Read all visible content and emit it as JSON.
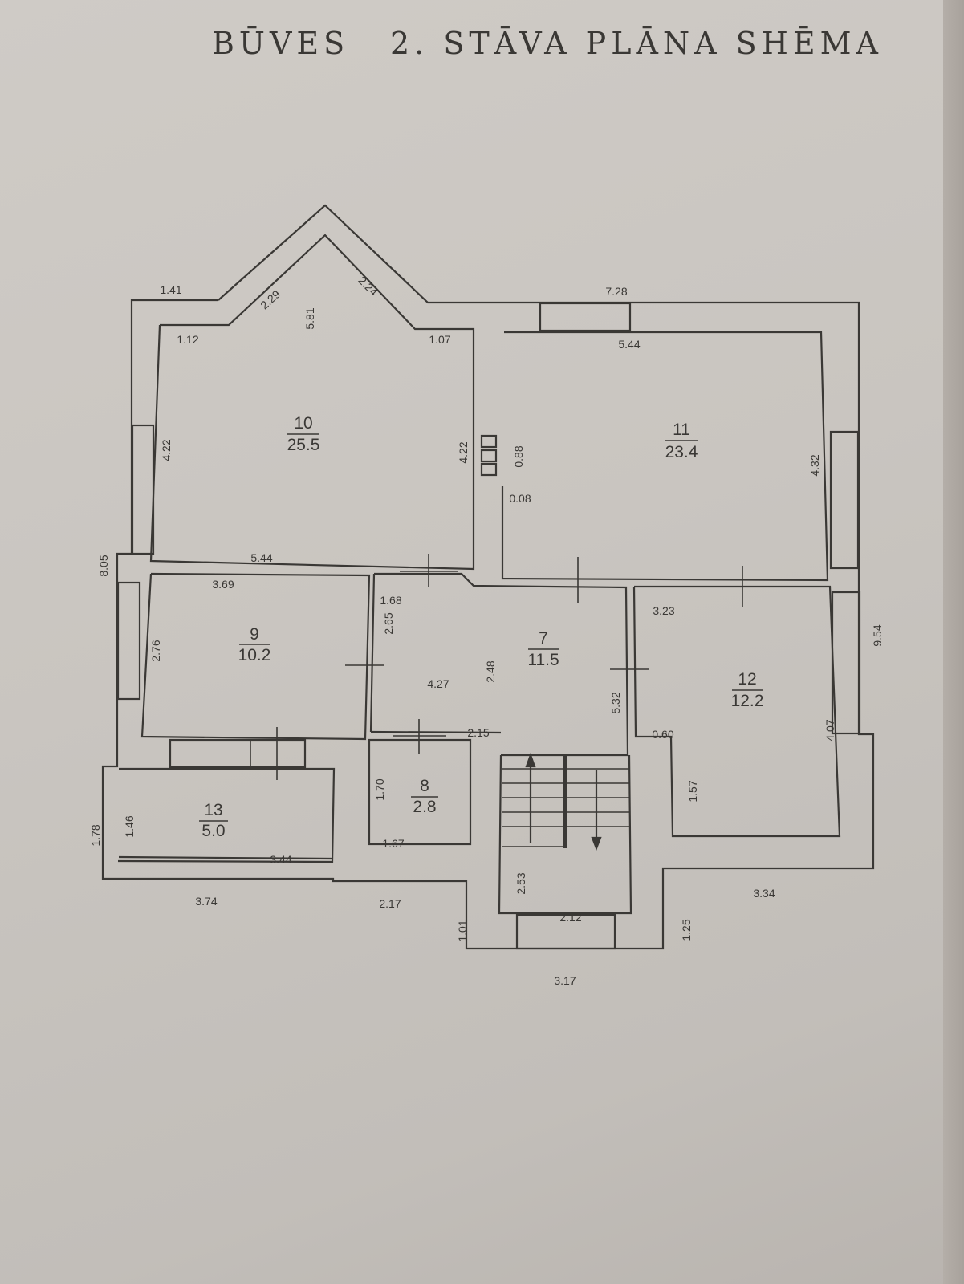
{
  "title": {
    "word1": "BŪVES",
    "word2": "2. STĀVA  PLĀNA  SHĒMA"
  },
  "colors": {
    "ink": "#3a3835",
    "paper": "#cfcbc6"
  },
  "rooms": [
    {
      "id": "10",
      "area": "25.5"
    },
    {
      "id": "11",
      "area": "23.4"
    },
    {
      "id": "9",
      "area": "10.2"
    },
    {
      "id": "7",
      "area": "11.5"
    },
    {
      "id": "12",
      "area": "12.2"
    },
    {
      "id": "13",
      "area": "5.0"
    },
    {
      "id": "8",
      "area": "2.8"
    }
  ],
  "dimensions": [
    {
      "value": "1.41"
    },
    {
      "value": "2.29"
    },
    {
      "value": "5.81"
    },
    {
      "value": "2.24"
    },
    {
      "value": "1.12"
    },
    {
      "value": "1.07"
    },
    {
      "value": "7.28"
    },
    {
      "value": "5.44"
    },
    {
      "value": "4.22"
    },
    {
      "value": "4.22"
    },
    {
      "value": "0.88"
    },
    {
      "value": "0.08"
    },
    {
      "value": "4.32"
    },
    {
      "value": "5.44"
    },
    {
      "value": "8.05"
    },
    {
      "value": "3.69"
    },
    {
      "value": "1.68"
    },
    {
      "value": "2.65"
    },
    {
      "value": "3.23"
    },
    {
      "value": "2.76"
    },
    {
      "value": "4.27"
    },
    {
      "value": "2.48"
    },
    {
      "value": "9.54"
    },
    {
      "value": "5.32"
    },
    {
      "value": "2.15"
    },
    {
      "value": "0.60"
    },
    {
      "value": "4.07"
    },
    {
      "value": "1.70"
    },
    {
      "value": "1.57"
    },
    {
      "value": "1.78"
    },
    {
      "value": "1.46"
    },
    {
      "value": "1.67"
    },
    {
      "value": "3.44"
    },
    {
      "value": "2.53"
    },
    {
      "value": "3.34"
    },
    {
      "value": "3.74"
    },
    {
      "value": "2.17"
    },
    {
      "value": "1.01"
    },
    {
      "value": "2.12"
    },
    {
      "value": "1.25"
    },
    {
      "value": "3.17"
    }
  ]
}
